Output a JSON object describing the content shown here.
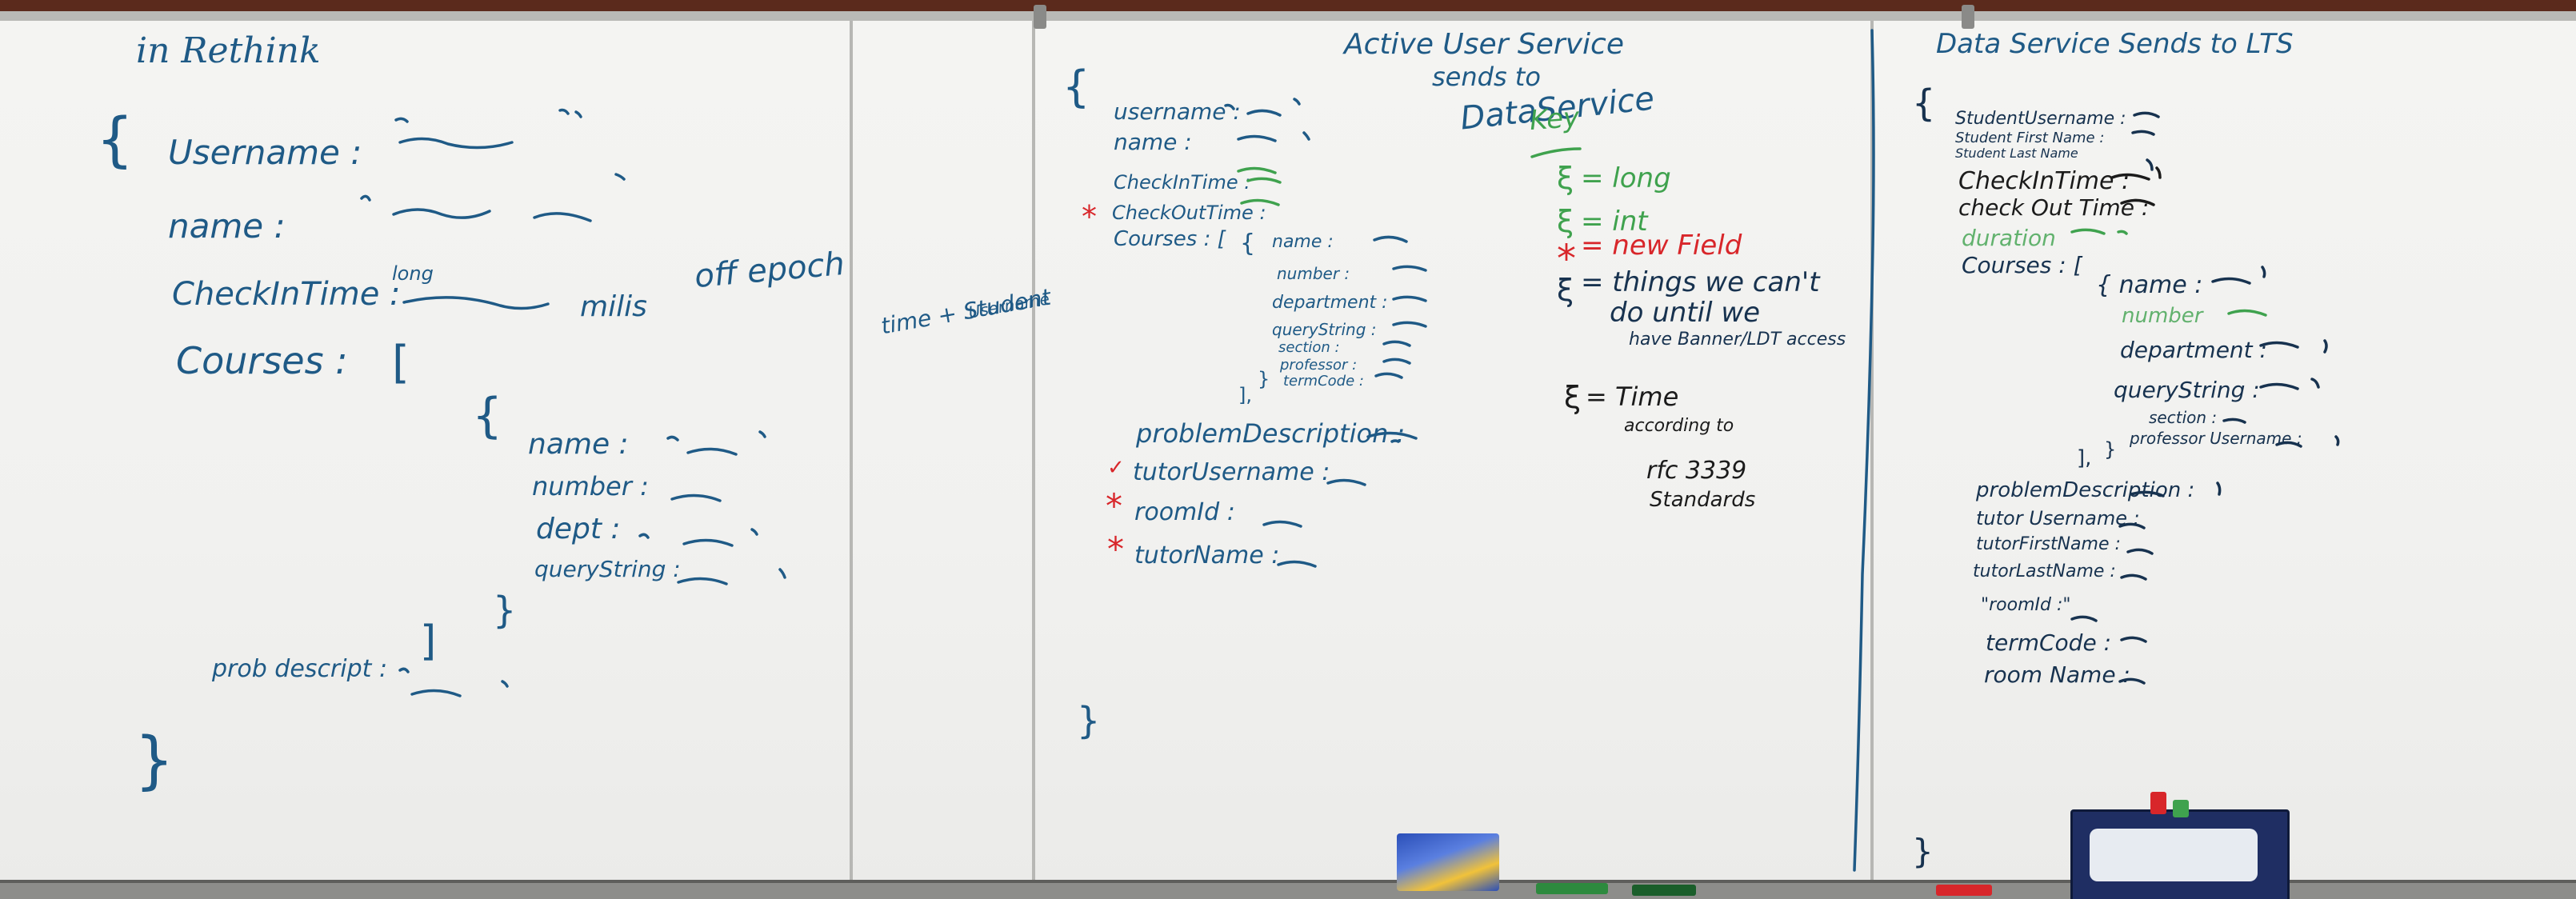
{
  "colors": {
    "blue_ink": "#1f5a86",
    "navy_ink": "#17324f",
    "green_ink": "#3fa24e",
    "red_ink": "#d8262a",
    "black_ink": "#1b1b1b",
    "wall": "#5b2a1c",
    "board": "#f3f3f1"
  },
  "panel1": {
    "title": "in Rethink",
    "open_brace": "{",
    "username_key": "Username :",
    "name_key": "name :",
    "checkin_key": "CheckInTime :",
    "checkin_note": "long",
    "millis": "milis",
    "epoch": "off epoch",
    "courses_key": "Courses :",
    "open_bracket": "[",
    "inner_brace_open": "{",
    "inner_name": "name :",
    "inner_number": "number :",
    "inner_dept": "dept :",
    "inner_query": "queryString :",
    "inner_brace_close": "}",
    "close_bracket": "]",
    "prob_key": "prob descript :",
    "close_brace": "}"
  },
  "side_note": {
    "line1": "time + Student",
    "line2": "Username"
  },
  "panel2": {
    "title1": "Active User Service",
    "title2": "sends to",
    "title3": "DataService",
    "open_brace": "{",
    "username_key": "username :",
    "name_key": "name :",
    "checkin_key": "CheckInTime :",
    "checkout_key": "CheckOutTime :",
    "courses_key": "Courses : [",
    "sub_brace": "{",
    "sub_name": "name :",
    "sub_number": "number :",
    "sub_department": "department :",
    "sub_query": "queryString :",
    "sub_section": "section :",
    "sub_professor": "professor :",
    "sub_termcode": "termCode :",
    "sub_close": "}",
    "courses_close": "],",
    "problem_key": "problemDescription :",
    "tutor_username_key": "tutorUsername :",
    "room_key": "roomId :",
    "tutor_name_key": "tutorName :",
    "close_brace": "}",
    "star": "*",
    "check": "✓"
  },
  "legend": {
    "key_title": "Key",
    "long": "= long",
    "int": "= int",
    "new_field": "= new Field",
    "cant1": "= things we can't",
    "cant2": "do until we",
    "cant3": "have Banner/LDT access",
    "time1": "= Time",
    "time2": "according to",
    "time3": "rfc 3339",
    "time4": "Standards",
    "brace_symbol": "ξ",
    "star": "*"
  },
  "panel3": {
    "title": "Data Service Sends to LTS",
    "open_brace": "{",
    "student_username": "StudentUsername :",
    "student_first": "Student First Name :",
    "student_last": "Student Last Name",
    "checkin": "CheckInTime :",
    "checkout": "check Out Time :",
    "duration": "duration",
    "courses": "Courses : [",
    "sub_name": "{ name :",
    "sub_number": "number",
    "sub_department": "department :",
    "sub_query": "queryString :",
    "sub_section": "section :",
    "sub_prof": "professor Username :",
    "sub_close": "}",
    "courses_close": "],",
    "problem": "problemDescription :",
    "tutor_username": "tutor Username :",
    "tutor_first": "tutorFirstName :",
    "tutor_last": "tutorLastName :",
    "room_id": "\"roomId :\"",
    "term_code": "termCode :",
    "room_name": "room Name :",
    "close_brace": "}"
  }
}
